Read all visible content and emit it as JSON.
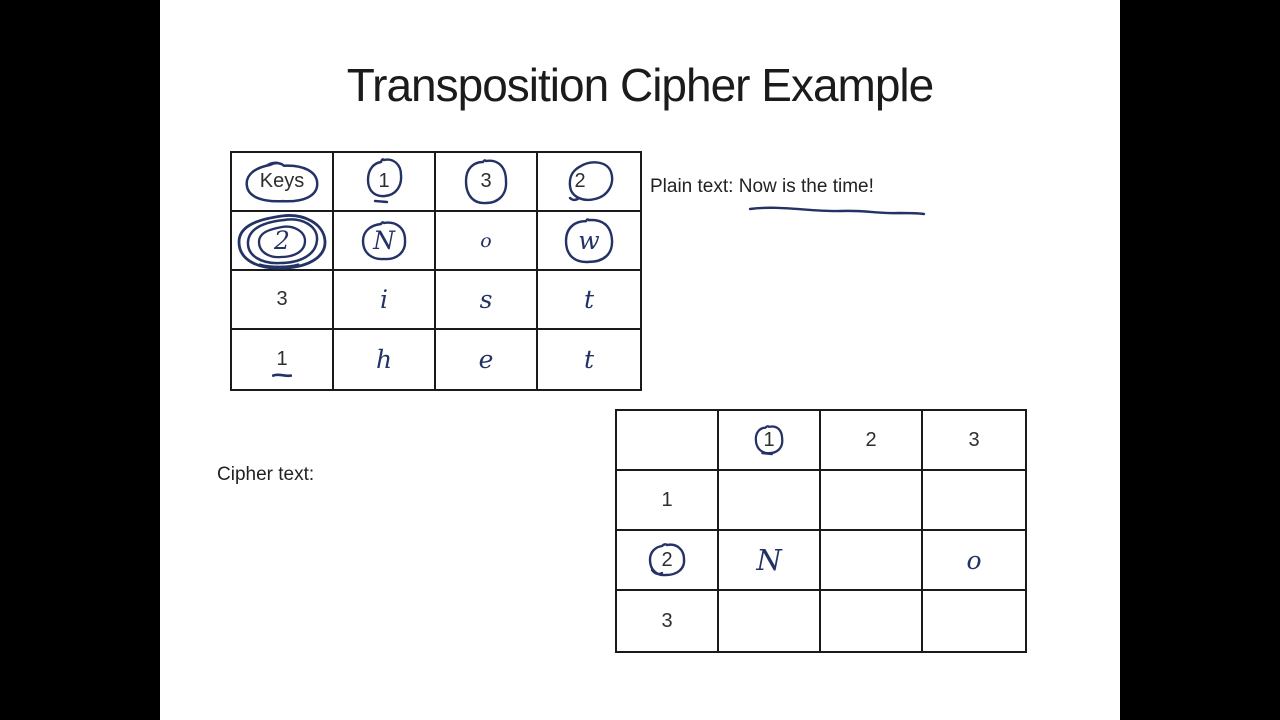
{
  "slide": {
    "title": "Transposition Cipher Example",
    "plain_text_label": "Plain text:",
    "plain_text_value": "Now is the time!",
    "cipher_text_label": "Cipher text:"
  },
  "key_table": {
    "cells": [
      [
        "Keys",
        "1",
        "3",
        "2"
      ],
      [
        "2",
        "N",
        "o",
        "w"
      ],
      [
        "3",
        "i",
        "s",
        "t"
      ],
      [
        "1",
        "h",
        "e",
        "t"
      ]
    ]
  },
  "cipher_table": {
    "cells": [
      [
        "",
        "1",
        "2",
        "3"
      ],
      [
        "1",
        "",
        "",
        ""
      ],
      [
        "2",
        "N",
        "",
        "o"
      ],
      [
        "3",
        "",
        "",
        ""
      ]
    ]
  },
  "annotations": {
    "circled_items": [
      "Keys",
      "key-1",
      "key-3",
      "key-2",
      "scribbled-2",
      "N",
      "w",
      "cipher-header-1",
      "cipher-row-2"
    ],
    "underlined_items": [
      "Now is the time!",
      "key-row-1-label",
      "key-header-1"
    ]
  },
  "colors": {
    "background": "#000000",
    "slide": "#ffffff",
    "ink": "#243265",
    "typed_text": "#2e2e2e",
    "border": "#1a1a1a"
  }
}
